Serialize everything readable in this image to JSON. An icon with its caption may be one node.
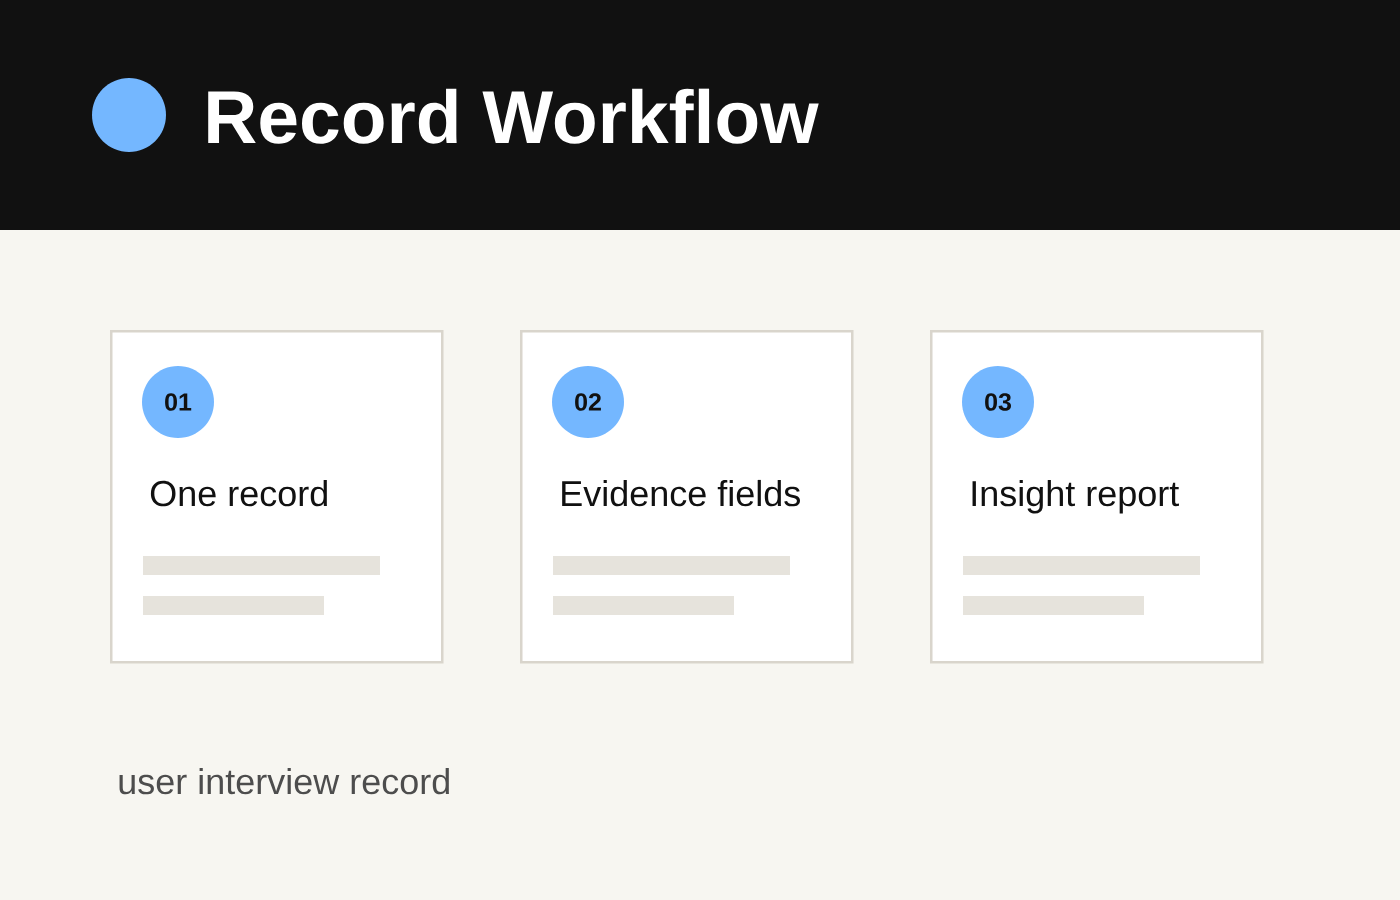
{
  "diagram": {
    "title": "Record Workflow",
    "nodes": [
      {
        "text": [
          "One record"
        ]
      },
      {
        "text": [
          "01"
        ],
        "in": 0
      },
      {
        "text": [
          "Evidence fields"
        ]
      },
      {
        "text": [
          "02"
        ],
        "in": 2
      },
      {
        "text": [
          "Insight report"
        ]
      },
      {
        "text": [
          "03"
        ],
        "in": 4
      }
    ],
    "caption": "user interview record"
  }
}
